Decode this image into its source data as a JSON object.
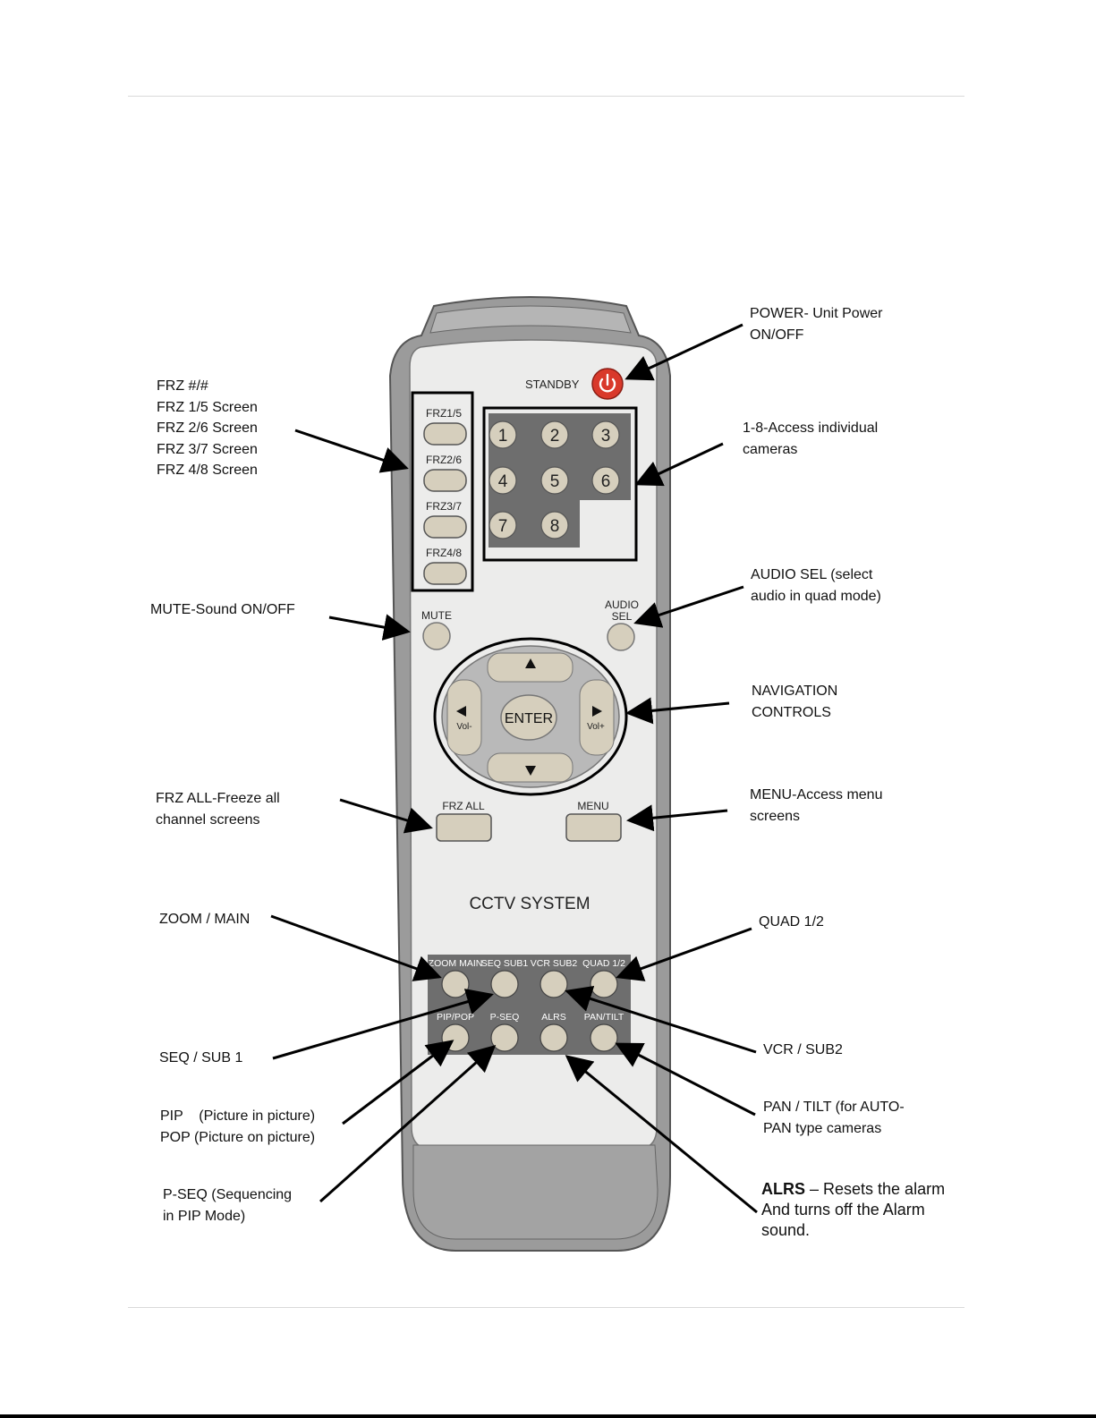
{
  "remote": {
    "standby_label": "STANDBY",
    "frz_buttons": [
      "FRZ1/5",
      "FRZ2/6",
      "FRZ3/7",
      "FRZ4/8"
    ],
    "number_keys": [
      "1",
      "2",
      "3",
      "4",
      "5",
      "6",
      "7",
      "8"
    ],
    "mute_label": "MUTE",
    "audio_sel_label": [
      "AUDIO",
      "SEL"
    ],
    "enter_label": "ENTER",
    "vol_minus": "Vol-",
    "vol_plus": "Vol+",
    "frz_all_label": "FRZ ALL",
    "menu_label": "MENU",
    "system_name": "CCTV SYSTEM",
    "bottom_row1": [
      "ZOOM MAIN",
      "SEQ SUB1",
      "VCR SUB2",
      "QUAD 1/2"
    ],
    "bottom_row2": [
      "PIP/POP",
      "P-SEQ",
      "ALRS",
      "PAN/TILT"
    ]
  },
  "callouts": {
    "frz": [
      "FRZ #/#",
      "FRZ 1/5  Screen",
      "FRZ 2/6  Screen",
      "FRZ 3/7  Screen",
      "FRZ 4/8  Screen"
    ],
    "mute": [
      "MUTE-Sound ON/OFF"
    ],
    "frz_all": [
      "FRZ  ALL-Freeze all",
      "channel  screens"
    ],
    "zoom_main": [
      "ZOOM / MAIN"
    ],
    "seq_sub1": [
      "SEQ / SUB 1"
    ],
    "pip_pop": [
      "PIP    (Picture in picture)",
      "POP (Picture on picture)"
    ],
    "p_seq": [
      "P-SEQ (Sequencing",
      "in PIP Mode)"
    ],
    "power": [
      "POWER- Unit  Power",
      "ON/OFF"
    ],
    "cameras": [
      "1-8-Access individual",
      "cameras"
    ],
    "audio_sel": [
      "AUDIO SEL (select",
      "audio in quad mode)"
    ],
    "navigation": [
      "NAVIGATION",
      "CONTROLS"
    ],
    "menu": [
      "MENU-Access  menu",
      "screens"
    ],
    "quad": [
      "QUAD 1/2"
    ],
    "vcr_sub2": [
      "VCR / SUB2"
    ],
    "pan_tilt": [
      "PAN / TILT (for  AUTO-",
      "PAN type  cameras"
    ],
    "alrs": {
      "bold": "ALRS",
      "rest": " – Resets the alarm",
      "line2": "And turns off the Alarm",
      "line3": "sound."
    }
  },
  "colors": {
    "remote_body": "#9a9a9a",
    "remote_face": "#ebebea",
    "keypad": "#6b6b6b",
    "button_tan": "#d6cfbd",
    "standby_red": "#d9392b"
  }
}
